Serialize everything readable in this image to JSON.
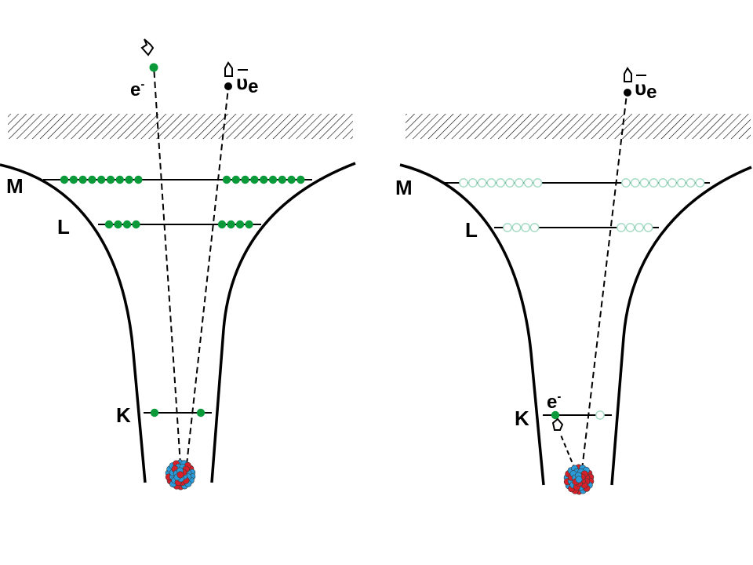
{
  "left_panel": {
    "shell_labels": {
      "M": "M",
      "L": "L",
      "K": "K"
    },
    "electron": {
      "symbol": "e",
      "sup": "-"
    },
    "antineutrino": {
      "symbol": "υ",
      "sub": "e"
    },
    "shells": {
      "M": {
        "left_electrons": 9,
        "right_electrons": 9,
        "filled": true
      },
      "L": {
        "left_electrons": 4,
        "right_electrons": 4,
        "filled": true
      },
      "K": {
        "left_electrons": 1,
        "right_electrons": 1,
        "filled": true
      }
    }
  },
  "right_panel": {
    "shell_labels": {
      "M": "M",
      "L": "L",
      "K": "K"
    },
    "electron": {
      "symbol": "e",
      "sup": "-"
    },
    "antineutrino": {
      "symbol": "υ",
      "sub": "e"
    },
    "shells": {
      "M": {
        "left_electrons": 9,
        "right_electrons": 9,
        "filled": false
      },
      "L": {
        "left_electrons": 4,
        "right_electrons": 4,
        "filled": false
      },
      "K": {
        "left_electrons": 1,
        "right_electrons": 1,
        "filled": "left-only"
      }
    }
  },
  "colors": {
    "electron_fill": "#0a9a3a",
    "empty_fill": "#ffffff",
    "empty_stroke": "#9ed8c0",
    "proton": "#d8202a",
    "neutron": "#2a9bd8",
    "line": "#000000"
  }
}
